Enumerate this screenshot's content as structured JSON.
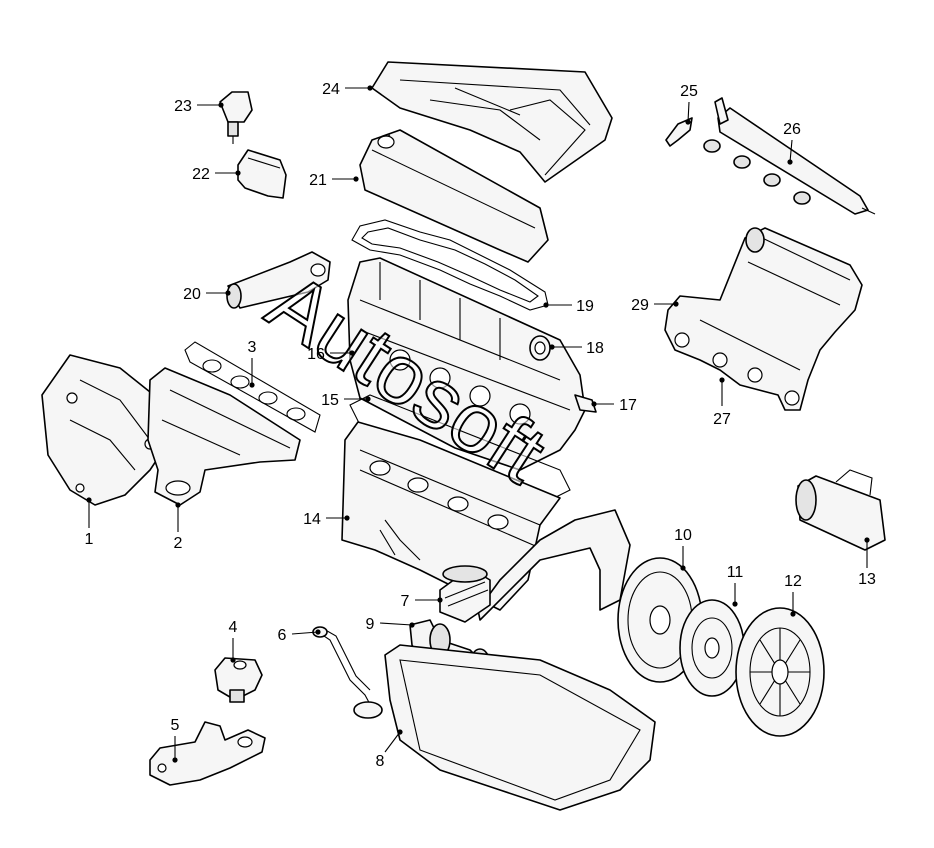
{
  "watermark": "Autosoft",
  "callouts": [
    {
      "id": "1",
      "label": "1"
    },
    {
      "id": "2",
      "label": "2"
    },
    {
      "id": "3",
      "label": "3"
    },
    {
      "id": "4",
      "label": "4"
    },
    {
      "id": "5",
      "label": "5"
    },
    {
      "id": "6",
      "label": "6"
    },
    {
      "id": "7",
      "label": "7"
    },
    {
      "id": "8",
      "label": "8"
    },
    {
      "id": "9",
      "label": "9"
    },
    {
      "id": "10",
      "label": "10"
    },
    {
      "id": "11",
      "label": "11"
    },
    {
      "id": "12",
      "label": "12"
    },
    {
      "id": "13",
      "label": "13"
    },
    {
      "id": "14",
      "label": "14"
    },
    {
      "id": "15",
      "label": "15"
    },
    {
      "id": "16",
      "label": "16"
    },
    {
      "id": "17",
      "label": "17"
    },
    {
      "id": "18",
      "label": "18"
    },
    {
      "id": "19",
      "label": "19"
    },
    {
      "id": "20",
      "label": "20"
    },
    {
      "id": "21",
      "label": "21"
    },
    {
      "id": "22",
      "label": "22"
    },
    {
      "id": "23",
      "label": "23"
    },
    {
      "id": "24",
      "label": "24"
    },
    {
      "id": "25",
      "label": "25"
    },
    {
      "id": "26",
      "label": "26"
    },
    {
      "id": "27",
      "label": "27"
    },
    {
      "id": "29",
      "label": "29"
    }
  ]
}
